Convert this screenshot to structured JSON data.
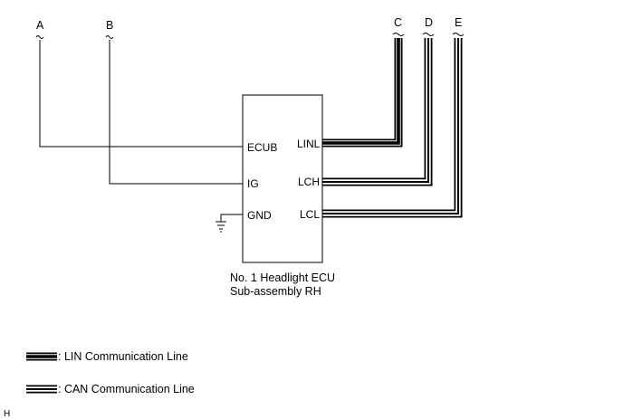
{
  "terminals": {
    "a": "A",
    "b": "B",
    "c": "C",
    "d": "D",
    "e": "E"
  },
  "ecu": {
    "pins": {
      "ecub": "ECUB",
      "ig": "IG",
      "gnd": "GND",
      "linl": "LINL",
      "lch": "LCH",
      "lcl": "LCL"
    },
    "name_line1": "No. 1 Headlight ECU",
    "name_line2": "Sub-assembly RH"
  },
  "legend": {
    "lin": ": LIN Communication Line",
    "can": ": CAN Communication Line"
  },
  "footer_code": "H"
}
